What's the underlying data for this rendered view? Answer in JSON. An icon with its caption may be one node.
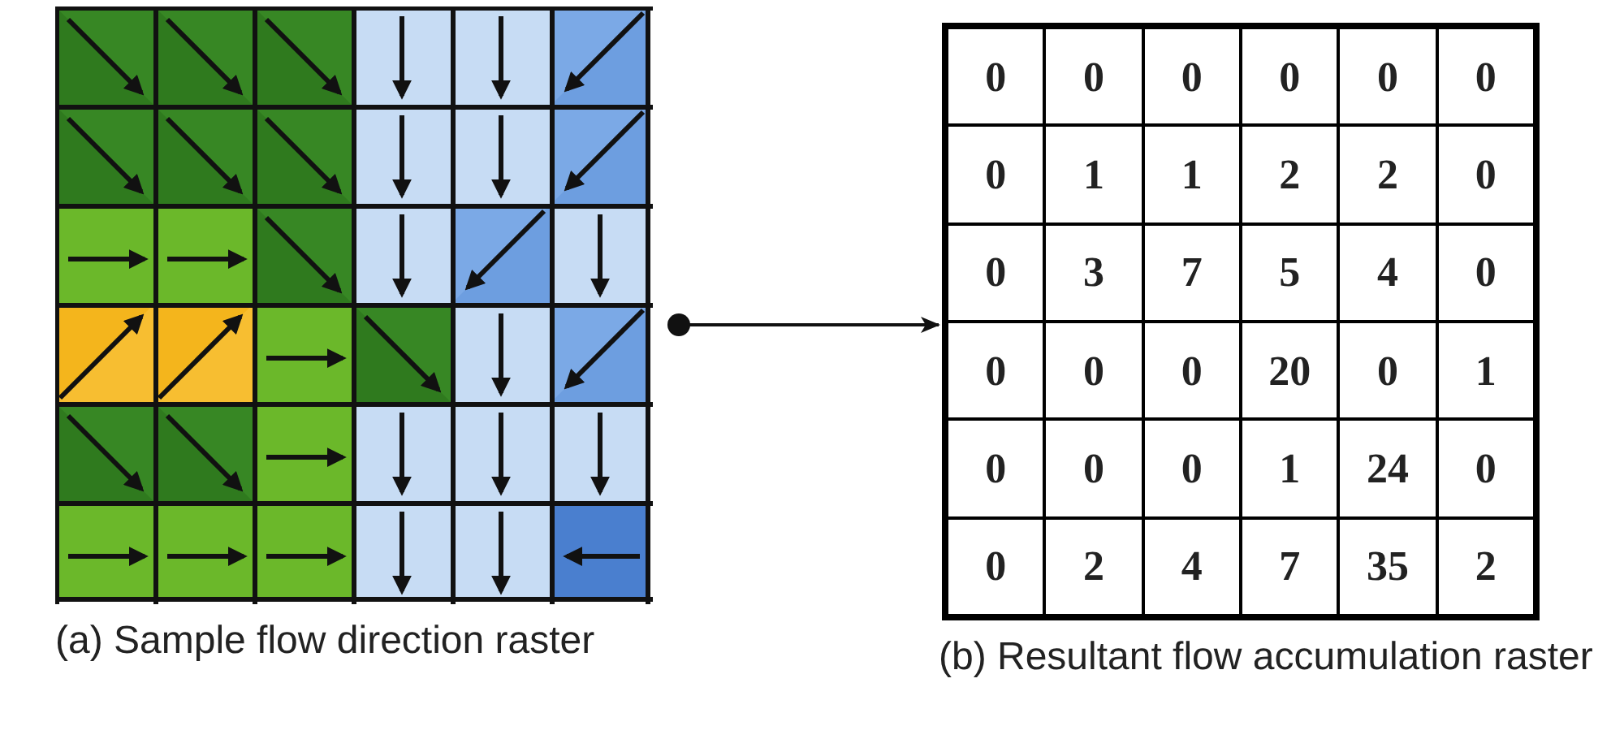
{
  "diagram": {
    "nodes": [
      {
        "text": [],
        "shape": "picture",
        "beside": [
          "(a) Sample flow direction raster"
        ]
      },
      {
        "text": [],
        "shape": "box",
        "beside": [
          "(b) Resultant flow accumulation raster"
        ]
      }
    ],
    "edges": [
      {
        "from": 0,
        "to": 1,
        "arrow": "to"
      }
    ],
    "labels": [
      "0",
      "0",
      "0",
      "0",
      "0",
      "0",
      "0",
      "1",
      "1",
      "2",
      "2",
      "0",
      "0",
      "3",
      "7",
      "5",
      "4",
      "0",
      "0",
      "0",
      "0",
      "20",
      "0",
      "1",
      "0",
      "0",
      "0",
      "1",
      "24",
      "0",
      "0",
      "2",
      "4",
      "7",
      "35",
      "2"
    ]
  }
}
